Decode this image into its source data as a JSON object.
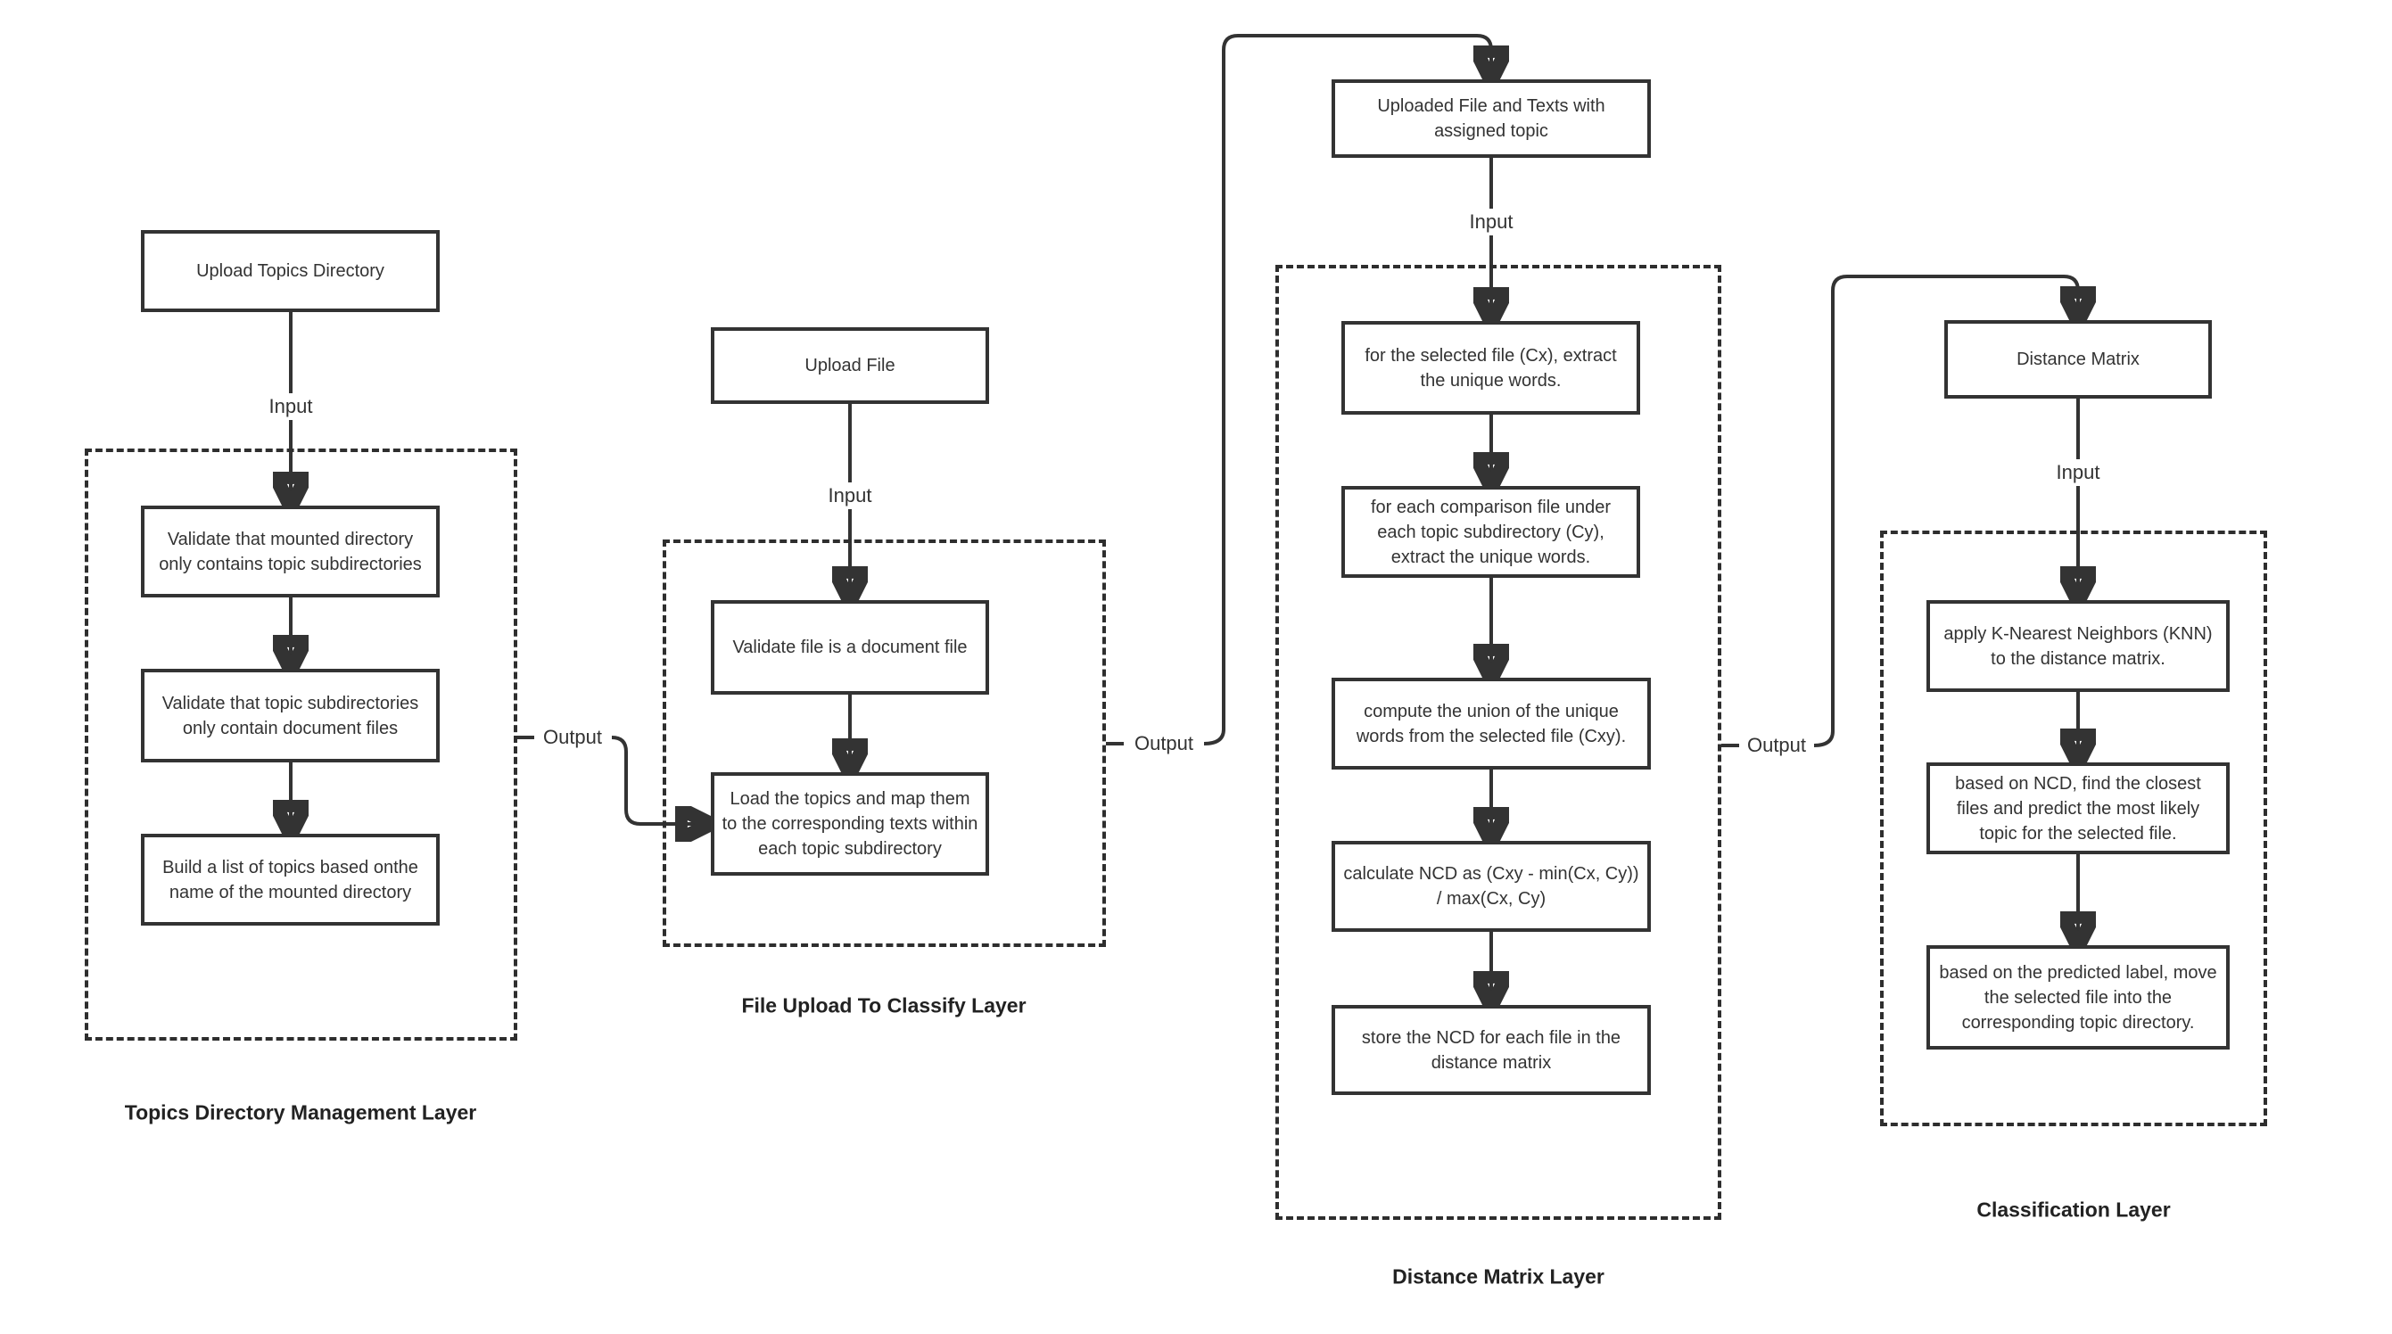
{
  "diagram": {
    "type": "flowchart",
    "colors": {
      "stroke": "#333333",
      "background": "#ffffff"
    },
    "edge_labels": {
      "input": "Input",
      "output": "Output"
    },
    "layers": {
      "topics_directory_management": {
        "title": "Topics Directory Management Layer"
      },
      "file_upload_to_classify": {
        "title": "File Upload To Classify Layer"
      },
      "distance_matrix_layer": {
        "title": "Distance Matrix Layer"
      },
      "classification": {
        "title": "Classification Layer"
      }
    },
    "nodes": {
      "upload_topics_directory": "Upload Topics Directory",
      "validate_mounted_directory": "Validate that mounted directory only contains topic subdirectories",
      "validate_topic_subdirectories": "Validate that topic subdirectories only contain document files",
      "build_topic_list": "Build a list of topics based onthe name of the mounted directory",
      "upload_file": "Upload File",
      "validate_document_file": "Validate file is a document file",
      "load_topics": "Load the topics and map them to the corresponding texts within each topic subdirectory",
      "uploaded_file_texts": "Uploaded File and Texts with assigned topic",
      "extract_unique_words_cx": "for the selected file (Cx), extract the unique words.",
      "extract_unique_words_cy": "for each comparison file under each topic subdirectory (Cy), extract the unique words.",
      "compute_union_cxy": "compute the union of the unique words from the selected file (Cxy).",
      "calculate_ncd": "calculate NCD as (Cxy - min(Cx, Cy)) / max(Cx, Cy)",
      "store_ncd": "store the NCD for each file in the distance matrix",
      "distance_matrix": "Distance Matrix",
      "apply_knn": "apply K-Nearest Neighbors (KNN) to the distance matrix.",
      "predict_topic": "based on NCD, find the closest files and predict the most likely topic for the selected file.",
      "move_file": "based on the predicted label, move the selected file into the corresponding topic directory."
    }
  }
}
